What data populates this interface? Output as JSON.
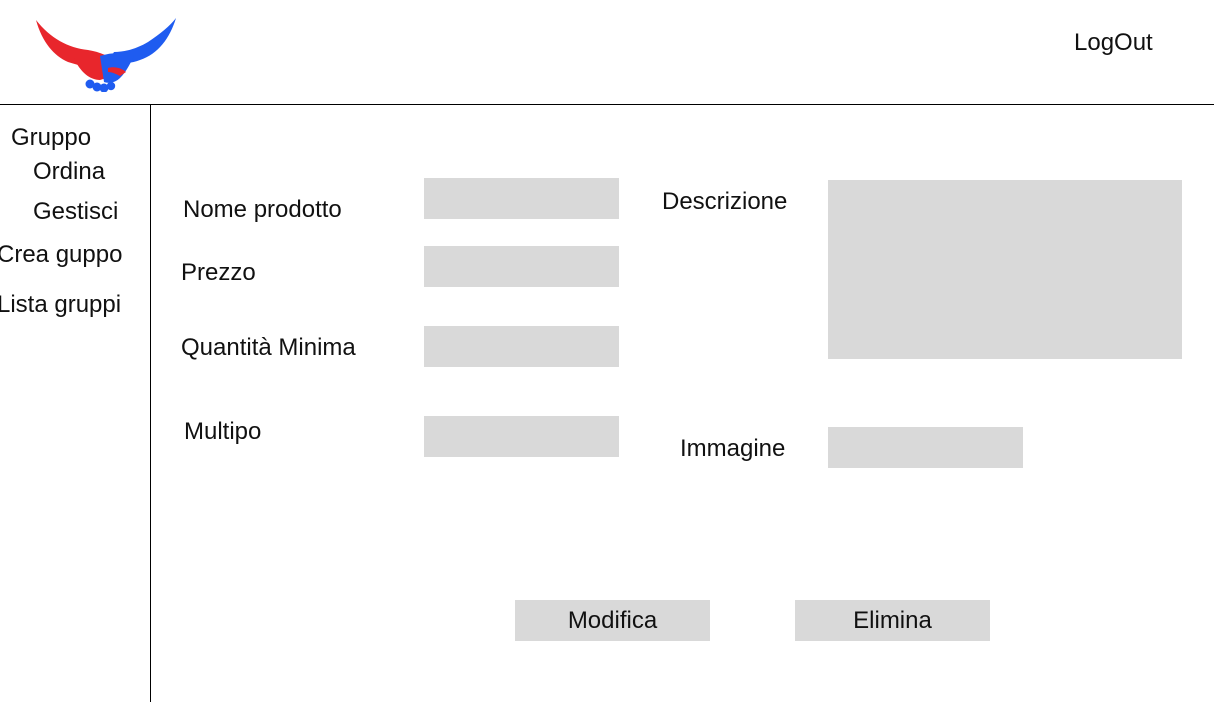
{
  "header": {
    "logout_label": "LogOut"
  },
  "sidebar": {
    "items": [
      {
        "label": "Gruppo"
      },
      {
        "label": "Ordina"
      },
      {
        "label": "Gestisci"
      },
      {
        "label": "Crea guppo"
      },
      {
        "label": "Lista gruppi"
      }
    ]
  },
  "form": {
    "nome_label": "Nome prodotto",
    "nome_value": "",
    "prezzo_label": "Prezzo",
    "prezzo_value": "",
    "quantita_label": "Quantità Minima",
    "quantita_value": "",
    "multipo_label": "Multipo",
    "multipo_value": "",
    "descrizione_label": "Descrizione",
    "descrizione_value": "",
    "immagine_label": "Immagine",
    "immagine_value": ""
  },
  "actions": {
    "modifica_label": "Modifica",
    "elimina_label": "Elimina"
  },
  "colors": {
    "logo_red": "#e8262c",
    "logo_blue": "#1f5cf0",
    "field_gray": "#d9d9d9"
  },
  "icons": {
    "logo": "handshake-wings-logo"
  }
}
